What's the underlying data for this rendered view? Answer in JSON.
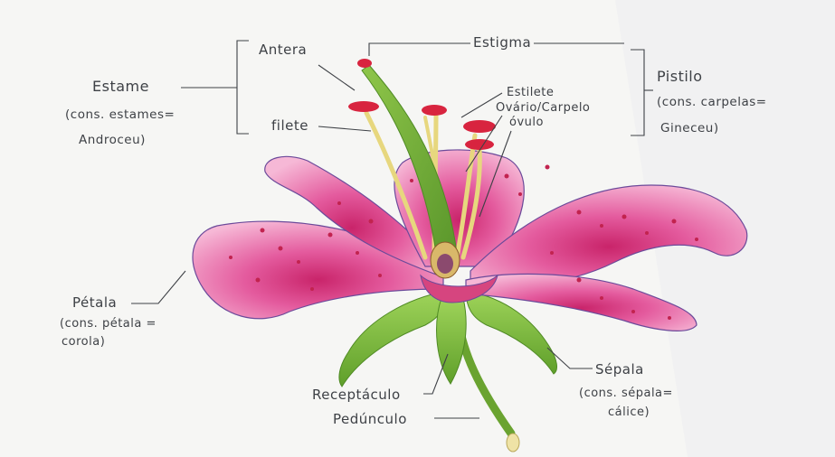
{
  "labels": {
    "antera": "Antera",
    "filete": "filete",
    "estame": "Estame",
    "estame_note_1": "(cons. estames=",
    "estame_note_2": "Androceu)",
    "estigma": "Estigma",
    "pistilo": "Pistilo",
    "pistilo_note_1": "(cons. carpelas=",
    "pistilo_note_2": "Gineceu)",
    "estilete": "Estilete",
    "ovario": "Ovário/Carpelo",
    "ovulo": "óvulo",
    "petala": "Pétala",
    "petala_note_1": "(cons. pétala =",
    "petala_note_2": "corola)",
    "sepala": "Sépala",
    "sepala_note_1": "(cons. sépala=",
    "sepala_note_2": "cálice)",
    "receptaculo": "Receptáculo",
    "pedunculo": "Pedúnculo"
  },
  "colors": {
    "ink": "#3e4146",
    "petal": "#e0559a",
    "petal_light": "#f3a5ca",
    "spot": "#c2234f",
    "leaf": "#7fc23c",
    "stem": "#6aa330",
    "stamen": "#e7d77e",
    "anther": "#d8243f",
    "background": "#f6f6f4"
  }
}
